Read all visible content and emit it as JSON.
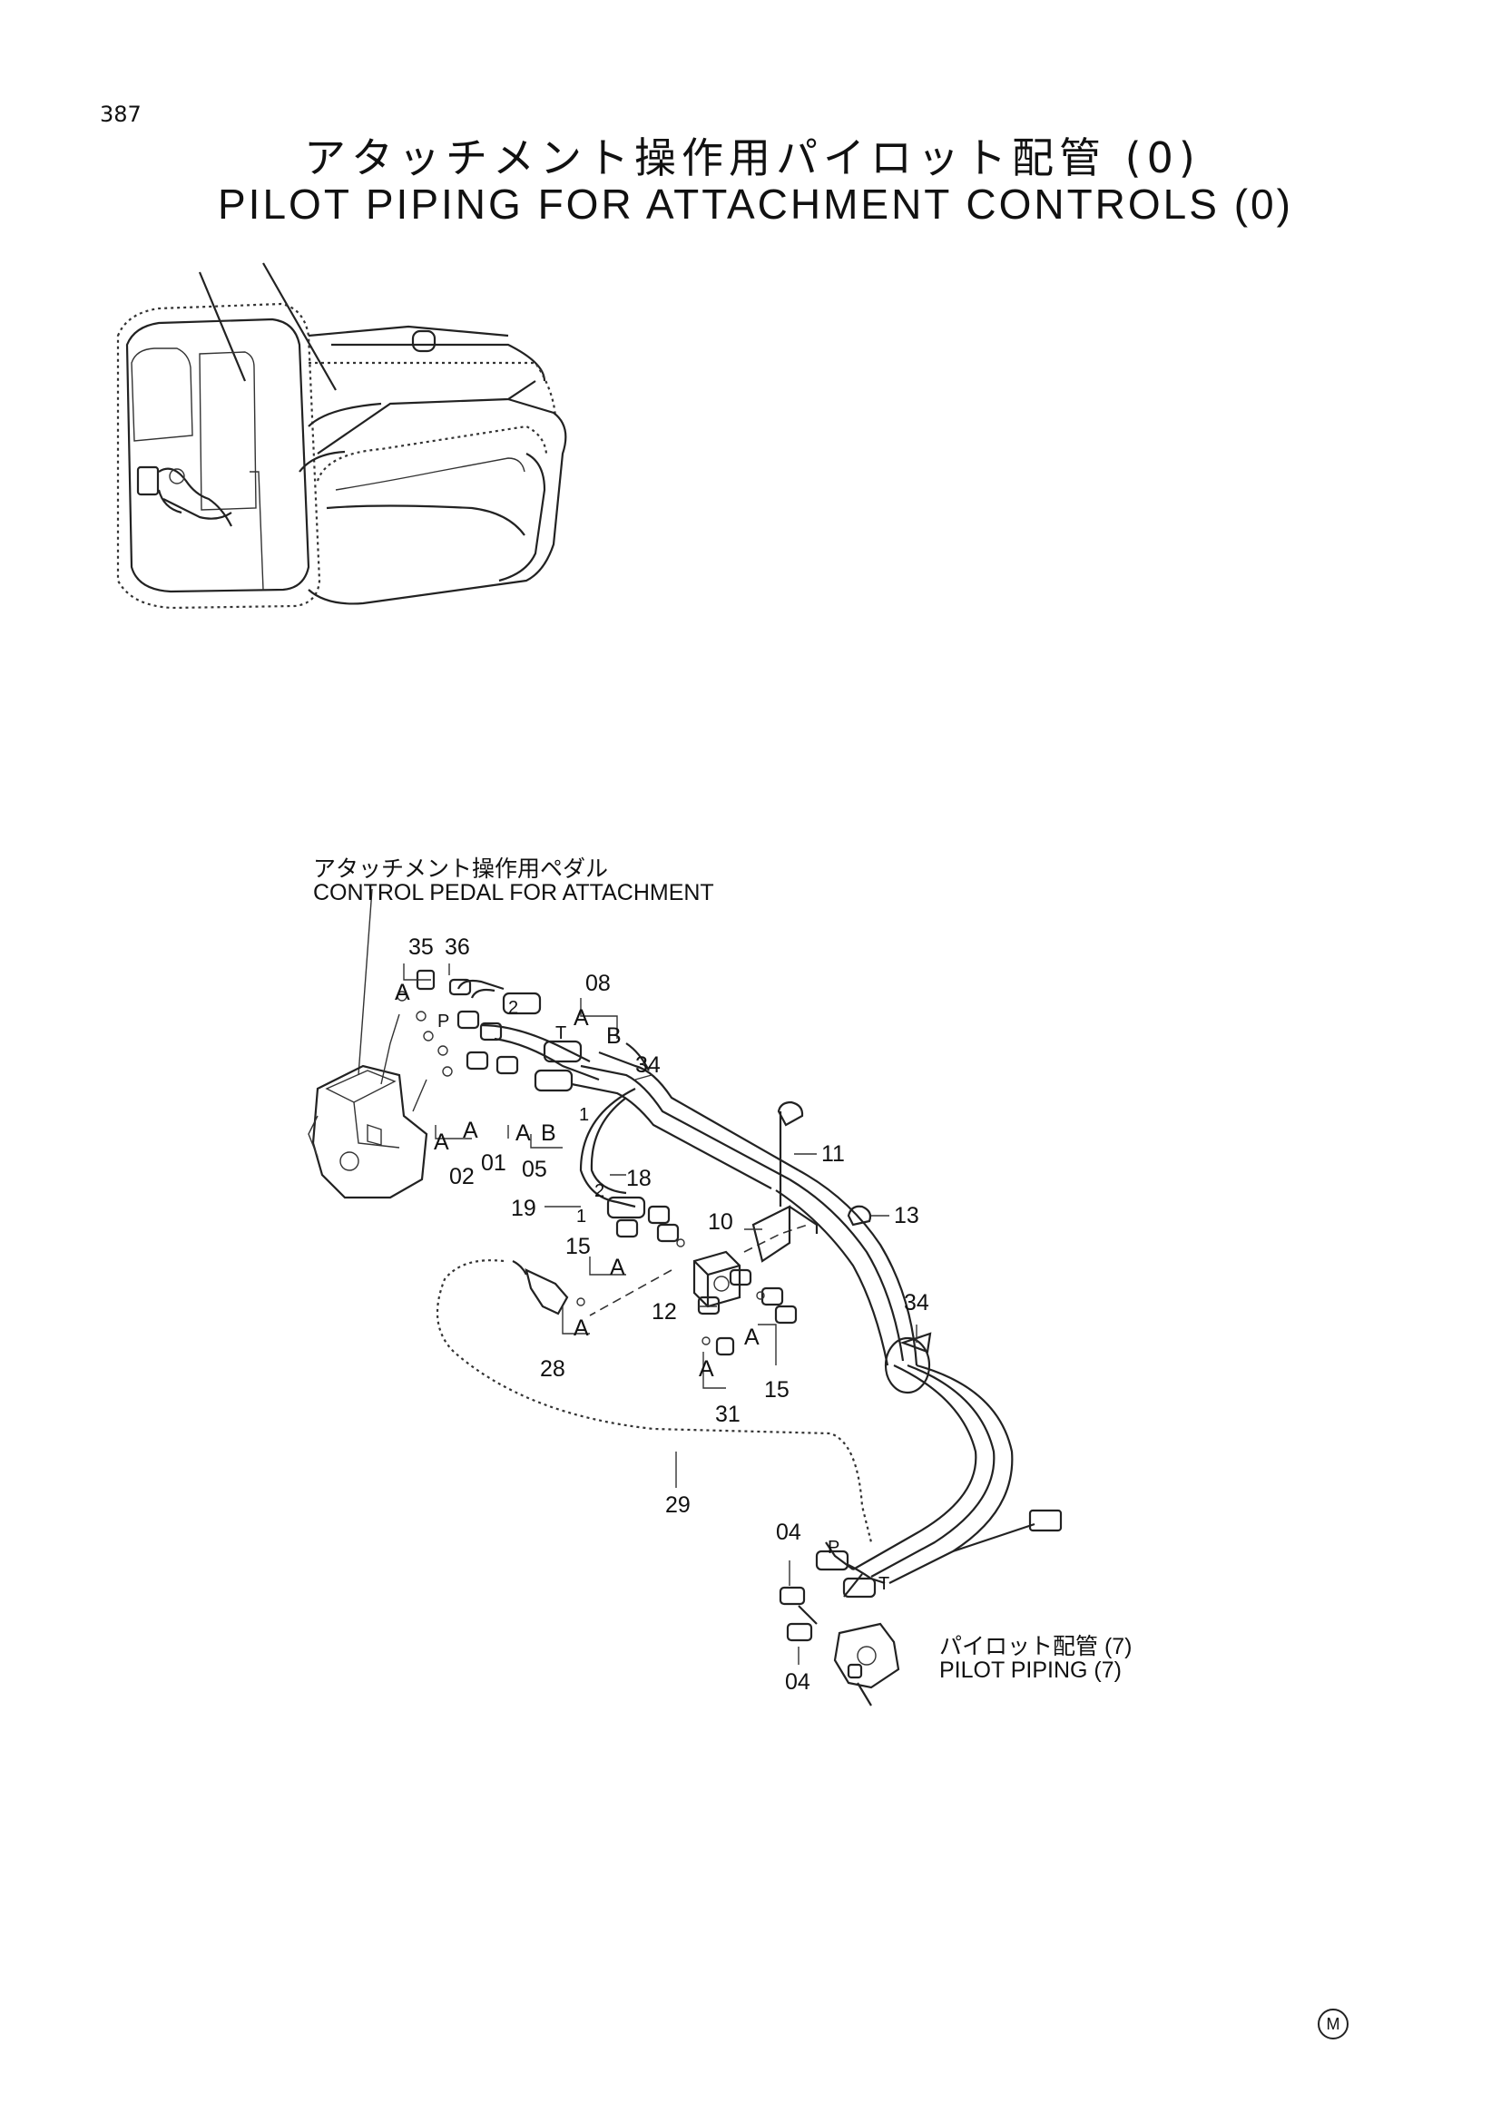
{
  "page_number": "387",
  "title_jp": "アタッチメント操作用パイロット配管 (0)",
  "title_en": "PILOT PIPING FOR ATTACHMENT CONTROLS (0)",
  "pedal_label_jp": "アタッチメント操作用ペダル",
  "pedal_label_en": "CONTROL PEDAL FOR ATTACHMENT",
  "piping_ref_jp": "パイロット配管 (7)",
  "piping_ref_en": "PILOT PIPING (7)",
  "marker": "M",
  "callouts": {
    "c35": "35",
    "c36": "36",
    "c08": "08",
    "c34a": "34",
    "c34b": "34",
    "c11": "11",
    "c13": "13",
    "c10": "10",
    "c18": "18",
    "c19": "19",
    "c15a": "15",
    "c15b": "15",
    "c12": "12",
    "c28": "28",
    "c31": "31",
    "c29": "29",
    "c02": "02",
    "c01": "01",
    "c05": "05",
    "c04a": "04",
    "c04b": "04"
  },
  "port_letters": {
    "a1": "A",
    "a2": "A",
    "a3": "A",
    "a4": "A",
    "a5": "A",
    "a6": "A",
    "a7": "A",
    "a8": "A",
    "a9": "A",
    "b1": "B",
    "b2": "B",
    "p1": "P",
    "p2": "P",
    "t1": "T",
    "t2": "T",
    "n1": "1",
    "n2": "2",
    "n3": "1",
    "n4": "2"
  }
}
